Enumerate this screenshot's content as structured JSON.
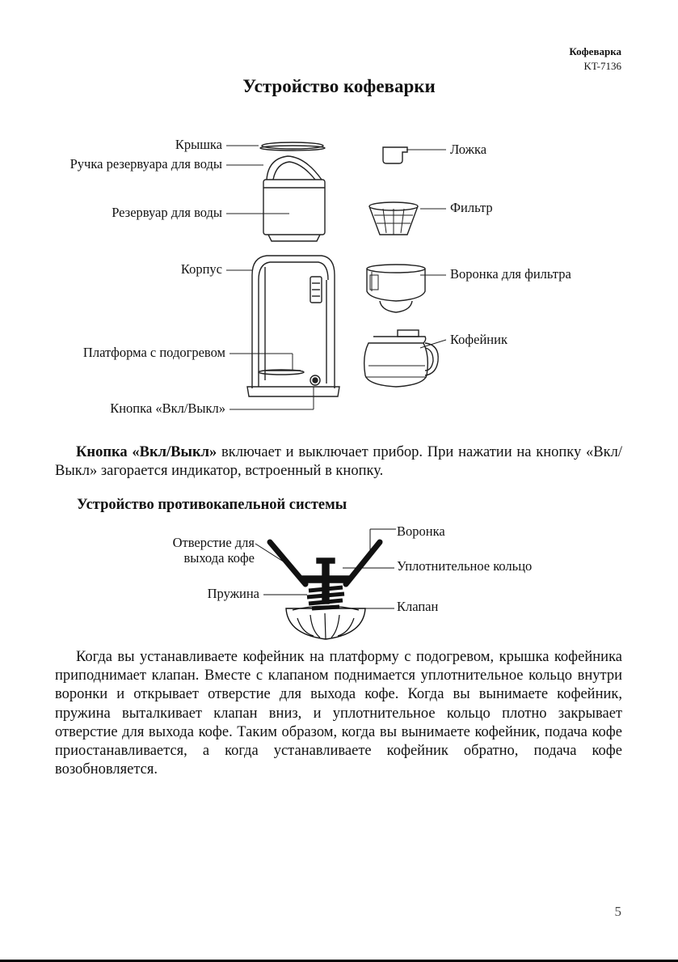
{
  "header": {
    "product": "Кофеварка",
    "model": "KT-7136"
  },
  "title": "Устройство кофеварки",
  "diagram1": {
    "labels": {
      "lid": "Крышка",
      "tank_handle": "Ручка резервуара для воды",
      "tank": "Резервуар для воды",
      "body": "Корпус",
      "platform": "Платформа с подогревом",
      "button": "Кнопка «Вкл/Выкл»",
      "spoon": "Ложка",
      "filter": "Фильтр",
      "funnel": "Воронка для фильтра",
      "pot": "Кофейник"
    }
  },
  "para1": {
    "bold": "Кнопка «Вкл/Выкл»",
    "text": " включает и выключает прибор. При нажатии на кнопку «Вкл/Выкл» загорается индикатор, встроенный в кнопку."
  },
  "subtitle": "Устройство противокапельной системы",
  "diagram2": {
    "labels": {
      "outlet1": "Отверстие для",
      "outlet2": "выхода кофе",
      "spring": "Пружина",
      "funnel": "Воронка",
      "seal": "Уплотнительное кольцо",
      "valve": "Клапан"
    }
  },
  "para2": "Когда вы устанавливаете кофейник на платформу с подогревом, крышка кофейника приподнимает клапан. Вместе с клапаном поднимается уплотнительное кольцо внутри воронки и открывает отверстие для выхода кофе. Когда вы вынимаете кофейник, пружина выталкивает клапан вниз, и уплотнительное кольцо плотно закрывает отверстие для выхода кофе. Таким образом, когда вы вынимаете кофейник, подача кофе приостанавливается, а когда устанавливаете кофейник обратно, подача кофе возобновляется.",
  "page_number": "5"
}
